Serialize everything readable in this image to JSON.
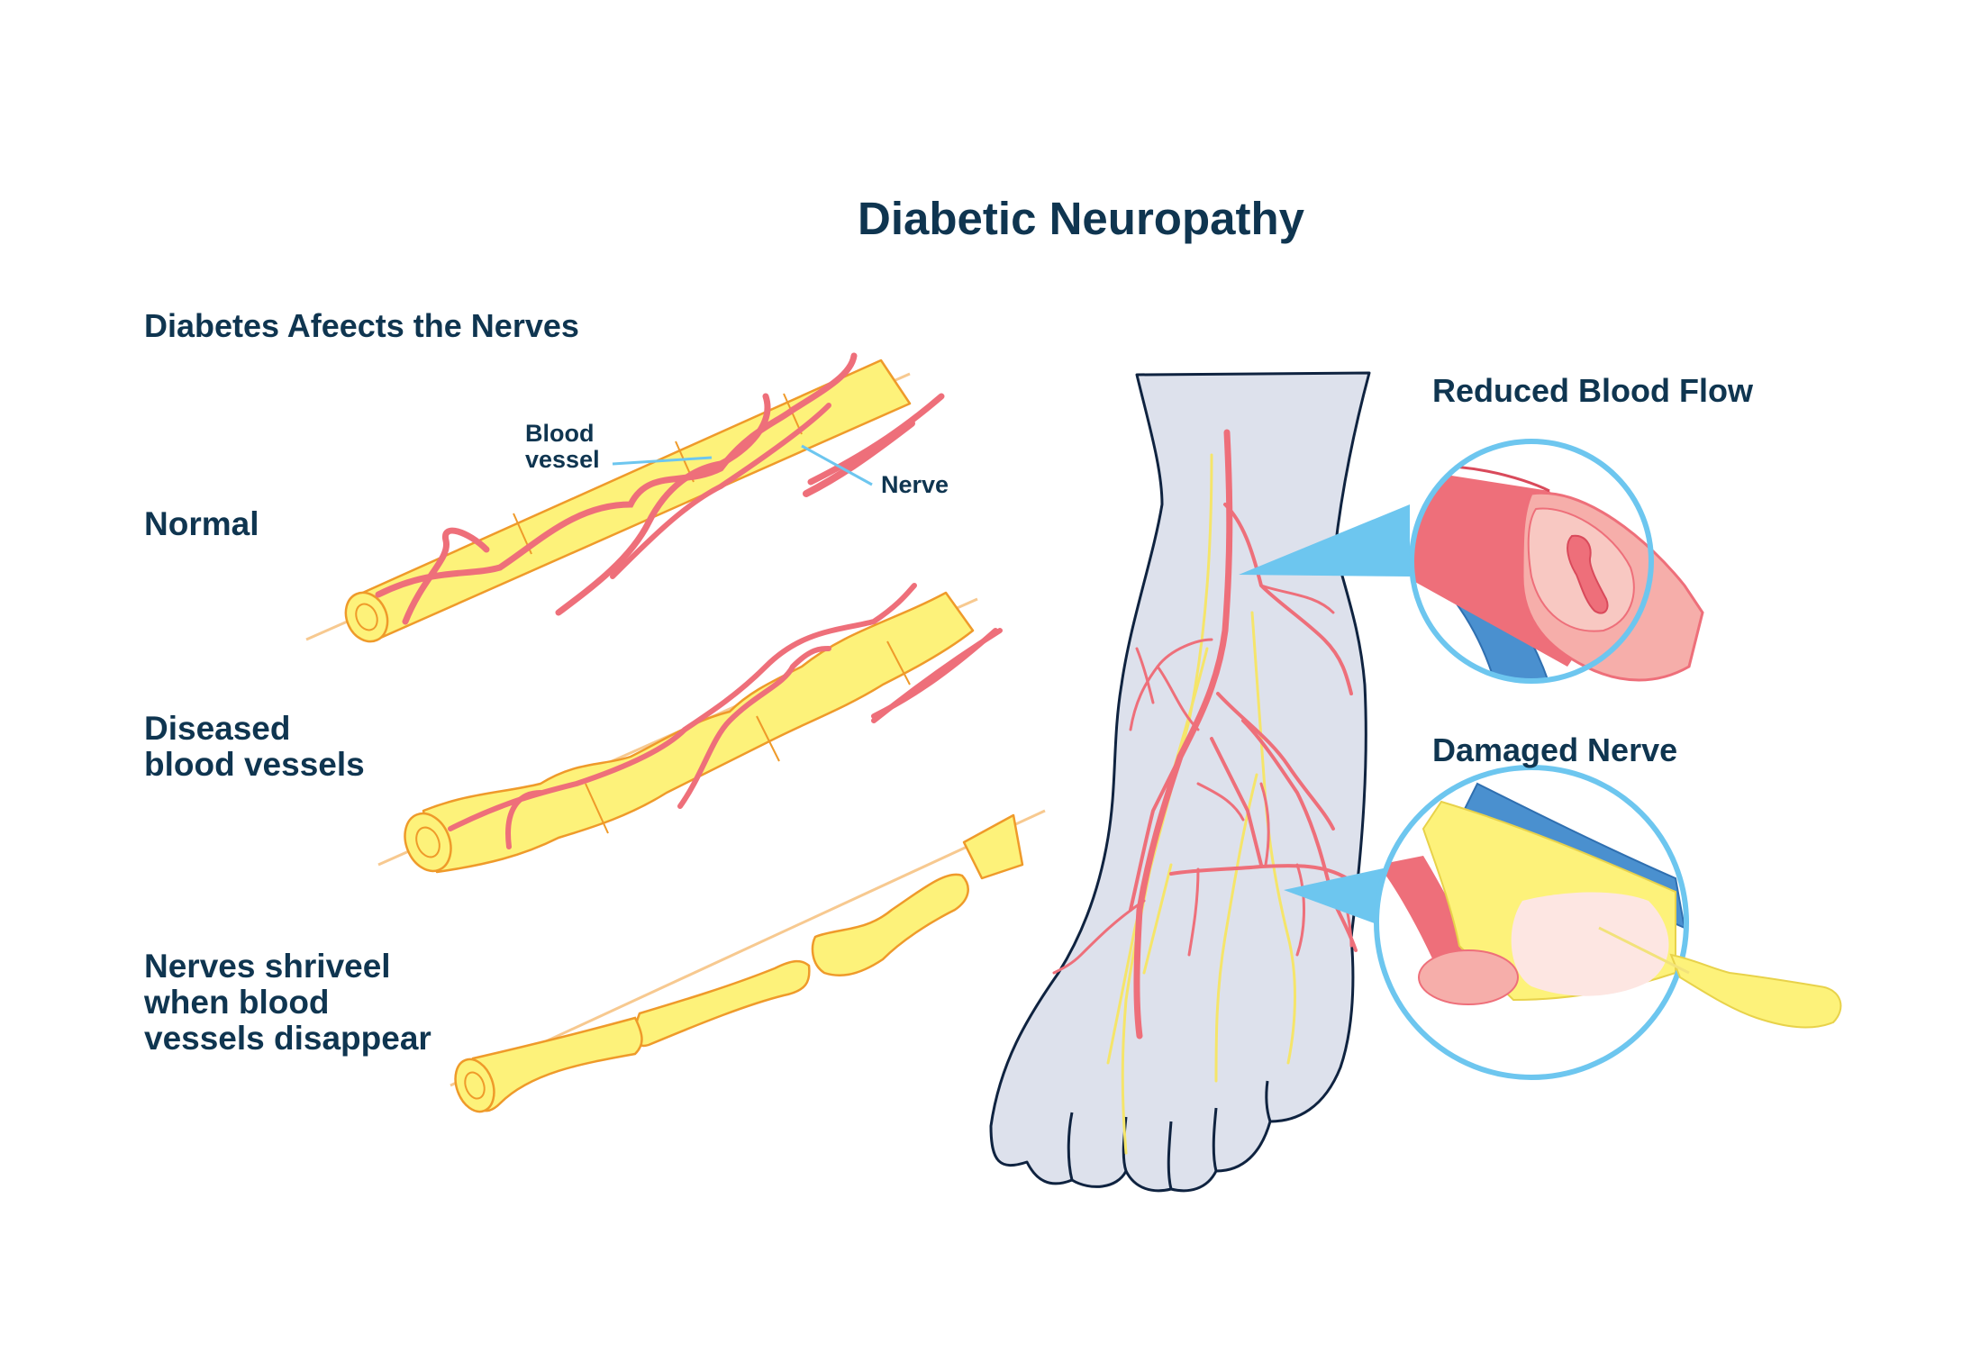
{
  "title": "Diabetic Neuropathy",
  "left_heading": "Diabetes Afeects the Nerves",
  "callouts": {
    "blood_vessel_line1": "Blood",
    "blood_vessel_line2": "vessel",
    "nerve": "Nerve"
  },
  "stages": {
    "normal": "Normal",
    "diseased_line1": "Diseased",
    "diseased_line2": "blood vessels",
    "shrivel_line1": "Nerves shriveel",
    "shrivel_line2": "when blood",
    "shrivel_line3": "vessels disappear"
  },
  "insets": {
    "reduced_blood_flow": "Reduced Blood Flow",
    "damaged_nerve": "Damaged Nerve"
  },
  "colors": {
    "heading": "#0f3550",
    "nerve_fill": "#fdf27a",
    "nerve_stroke": "#ef9a2a",
    "vessel": "#ee6f7a",
    "vein": "#4a90cf",
    "inset_ring": "#6dc6ef",
    "foot_fill": "#dde1ec",
    "foot_outline": "#0f2340"
  }
}
